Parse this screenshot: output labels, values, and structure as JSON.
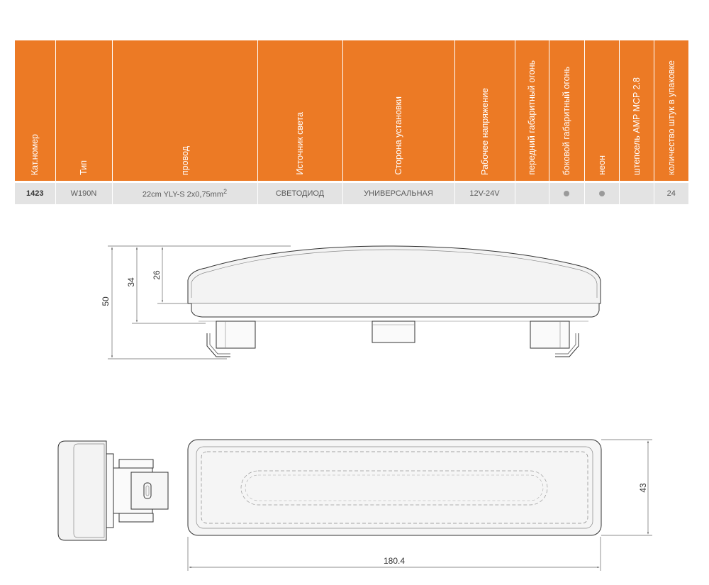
{
  "table": {
    "headers": [
      "Кат.номер",
      "Тип",
      "провод",
      "Источник света",
      "Сторона установки",
      "Рабочее напряжение",
      "передний габаритный огонь",
      "боковой габаритный огонь",
      "неон",
      "штепсель AMP MCP 2.8",
      "количество штук в упаковке"
    ],
    "row": {
      "cat_number": "1423",
      "type": "W190N",
      "wire": "22cm YLY-S 2x0,75mm",
      "wire_sup": "2",
      "light_source": "СВЕТОДИОД",
      "install_side": "УНИВЕРСАЛЬНАЯ",
      "voltage": "12V-24V",
      "front_marker": "",
      "side_marker": "●",
      "neon": "●",
      "plug": "",
      "qty": "24"
    }
  },
  "dimensions": {
    "height_total": "50",
    "height_mid": "34",
    "height_body": "26",
    "depth": "43",
    "length": "180.4"
  }
}
